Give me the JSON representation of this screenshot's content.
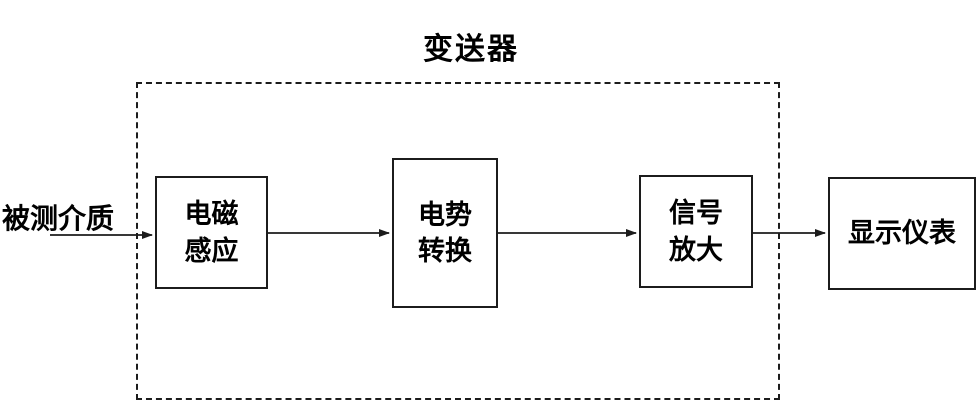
{
  "diagram": {
    "title": "变送器",
    "input_label": "被测介质",
    "boxes": [
      {
        "id": "electromagnetic-induction",
        "label": "电磁\n感应"
      },
      {
        "id": "potential-conversion",
        "label": "电势\n转换"
      },
      {
        "id": "signal-amplification",
        "label": "信号\n放大"
      },
      {
        "id": "display-instrument",
        "label": "显示仪表"
      }
    ],
    "arrows": [
      {
        "from": "input-medium",
        "to": "electromagnetic-induction"
      },
      {
        "from": "electromagnetic-induction",
        "to": "potential-conversion"
      },
      {
        "from": "potential-conversion",
        "to": "signal-amplification"
      },
      {
        "from": "signal-amplification",
        "to": "display-instrument"
      }
    ],
    "colors": {
      "line": "#1c1c1c",
      "text": "#000000",
      "background": "#ffffff"
    }
  }
}
